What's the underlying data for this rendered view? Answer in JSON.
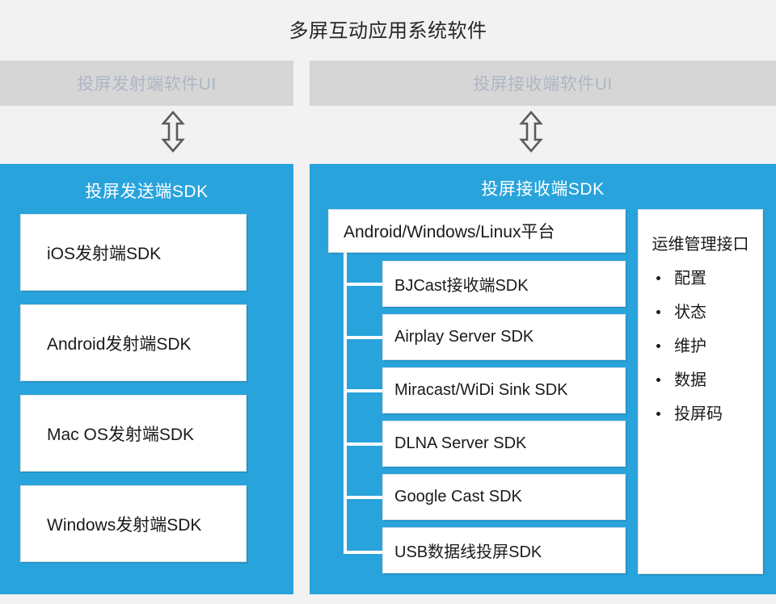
{
  "title": "多屏互动应用系统软件",
  "colors": {
    "panel_blue": "#29a3dc",
    "bar_gray": "#d6d6d6",
    "bar_text": "#aeb6c4",
    "page_bg": "#f2f2f2",
    "card_white": "#ffffff",
    "text_dark": "#1a1a1a"
  },
  "ui_bars": {
    "sender": "投屏发射端软件UI",
    "receiver": "投屏接收端软件UI"
  },
  "arrows": {
    "left_icon": "double-headed-vertical-arrow",
    "right_icon": "double-headed-vertical-arrow"
  },
  "sender_panel": {
    "title": "投屏发送端SDK",
    "items": [
      {
        "label": "iOS发射端SDK"
      },
      {
        "label": "Android发射端SDK"
      },
      {
        "label": "Mac OS发射端SDK"
      },
      {
        "label": "Windows发射端SDK"
      }
    ]
  },
  "receiver_panel": {
    "title": "投屏接收端SDK",
    "platform": "Android/Windows/Linux平台",
    "sdks": [
      {
        "label": "BJCast接收端SDK"
      },
      {
        "label": "Airplay Server SDK"
      },
      {
        "label": "Miracast/WiDi Sink SDK"
      },
      {
        "label": "DLNA Server SDK"
      },
      {
        "label": "Google Cast SDK"
      },
      {
        "label": "USB数据线投屏SDK"
      }
    ],
    "ops": {
      "title": "运维管理接口",
      "items": [
        {
          "label": "配置"
        },
        {
          "label": "状态"
        },
        {
          "label": "维护"
        },
        {
          "label": "数据"
        },
        {
          "label": "投屏码"
        }
      ]
    }
  }
}
